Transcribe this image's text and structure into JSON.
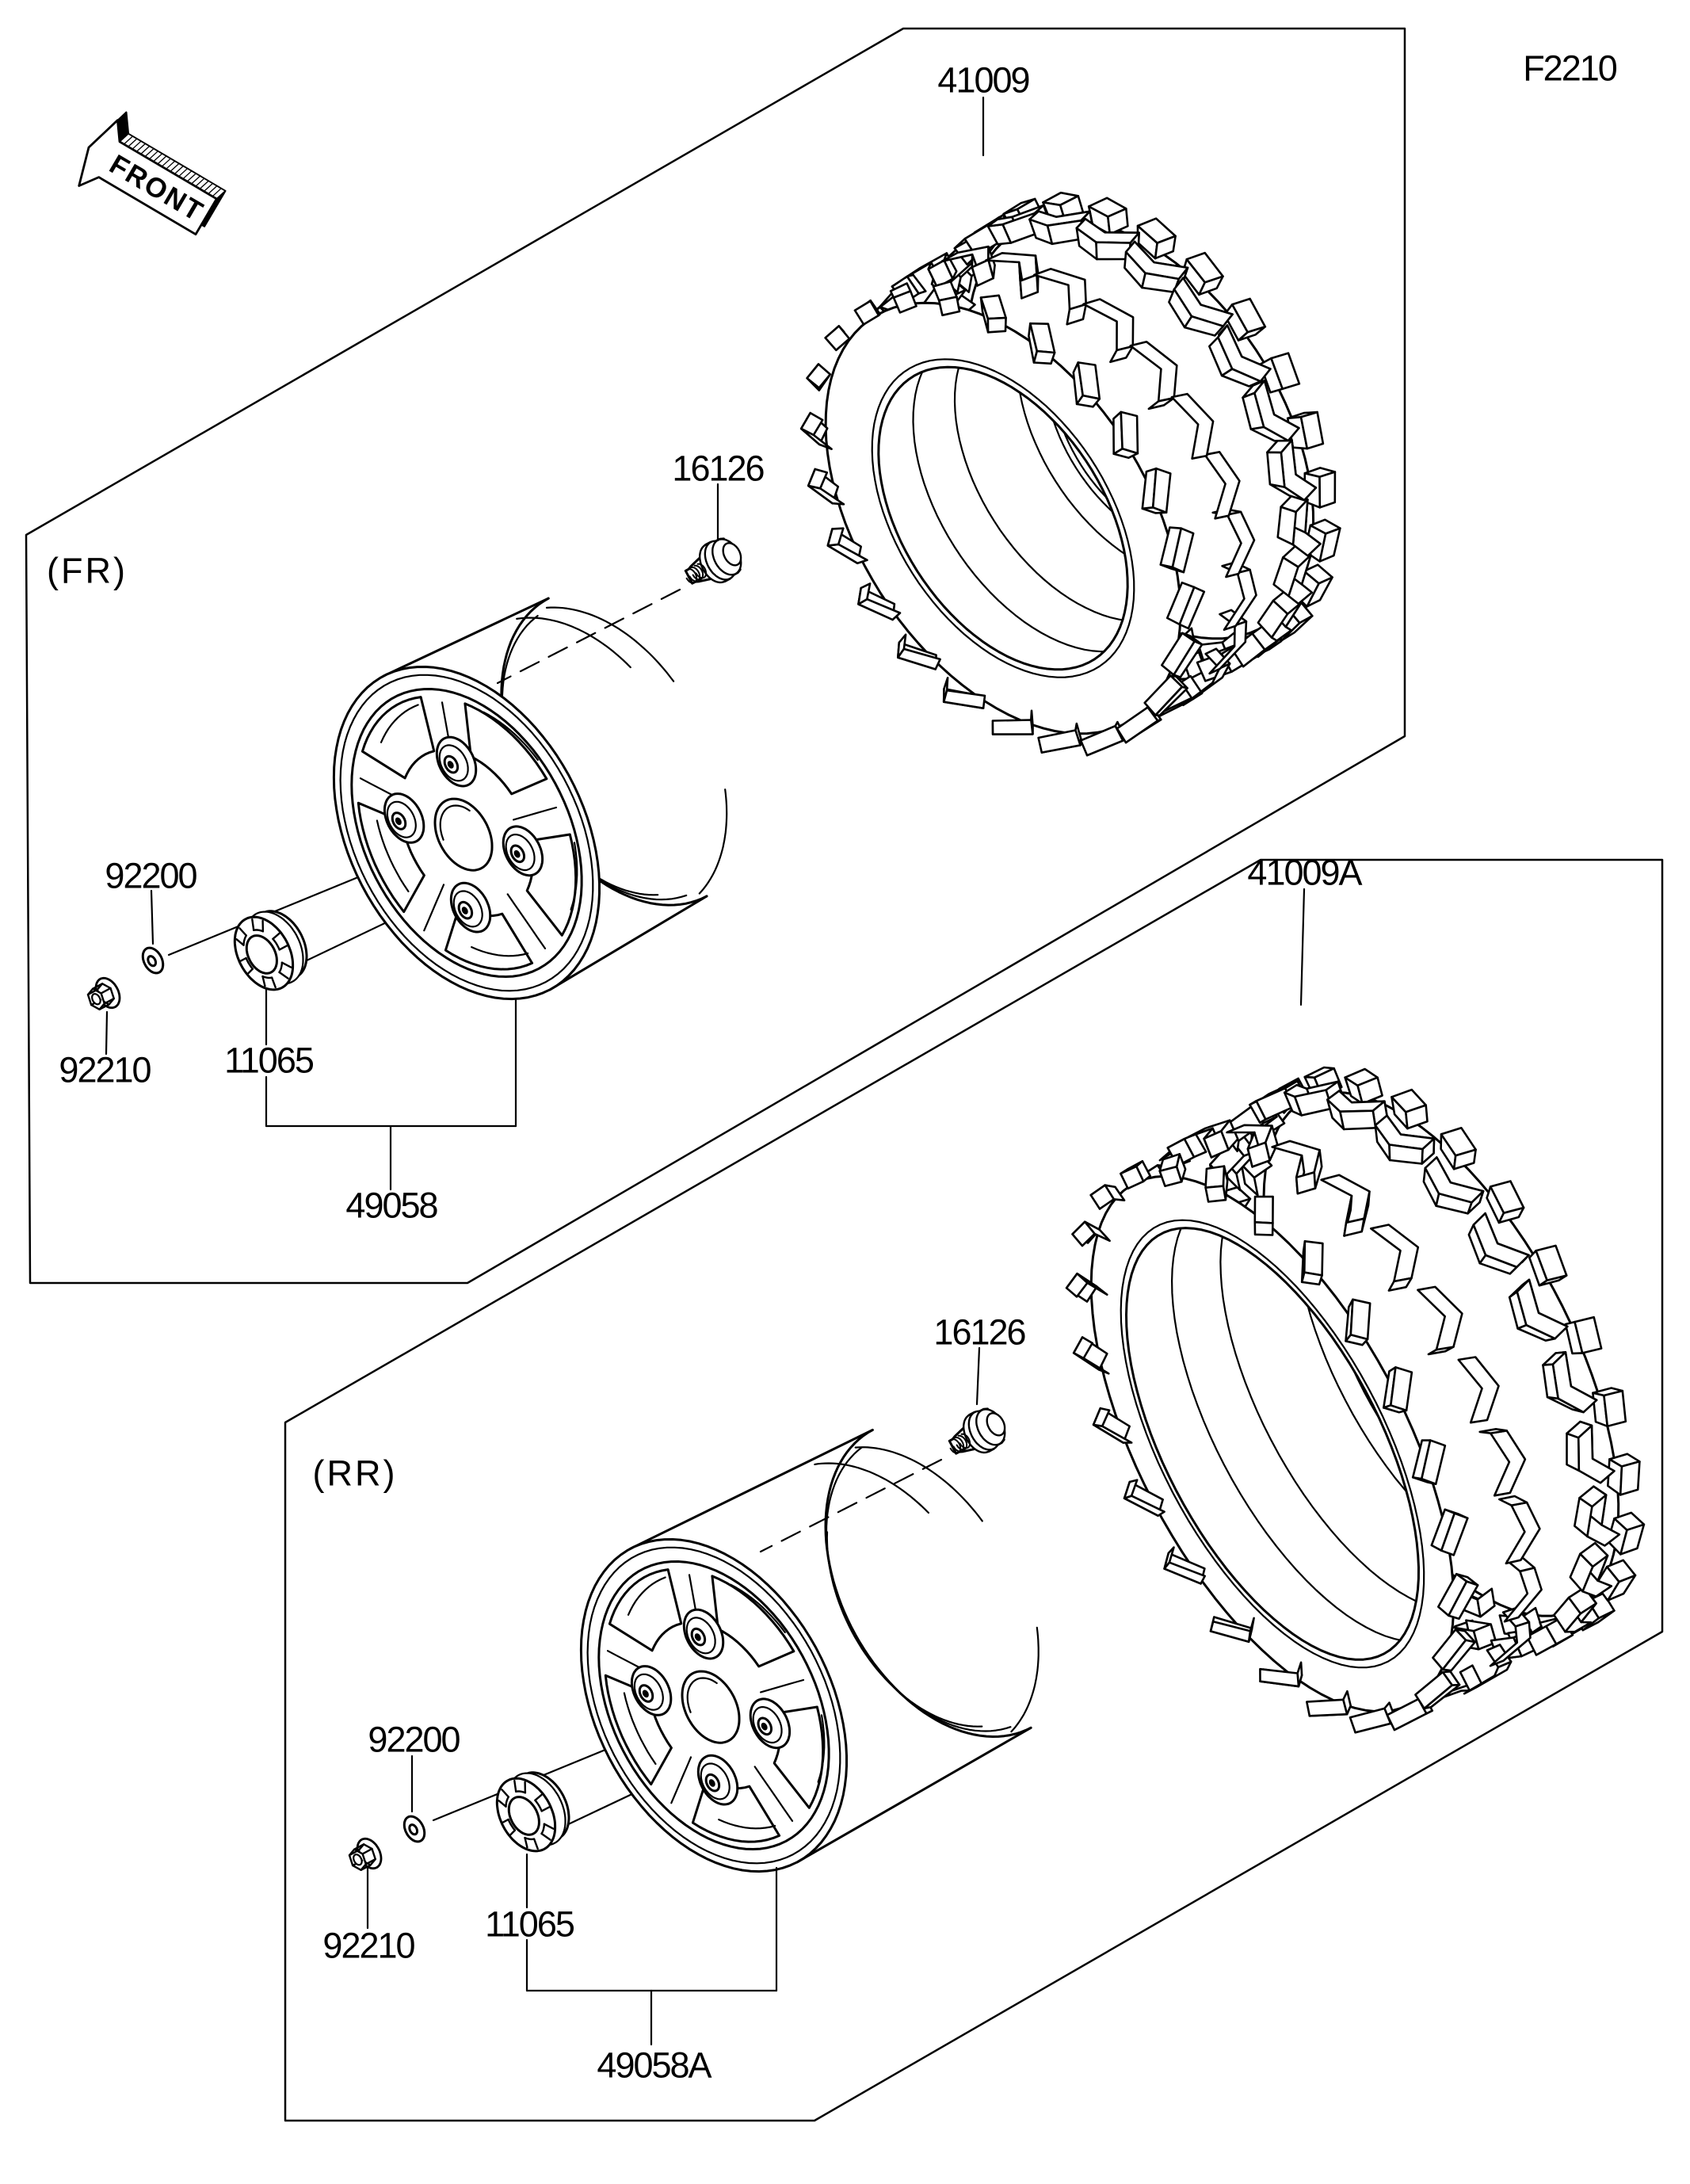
{
  "figure": {
    "code": "F2210",
    "front_marker": "FRONT"
  },
  "fr": {
    "section_label": "(FR)",
    "parts": {
      "tire": "41009",
      "valve": "16126",
      "washer": "92200",
      "nut": "92210",
      "cap": "11065",
      "wheel": "49058"
    }
  },
  "rr": {
    "section_label": "(RR)",
    "parts": {
      "tire": "41009A",
      "valve": "16126",
      "washer": "92200",
      "nut": "92210",
      "cap": "11065",
      "wheel": "49058A"
    }
  }
}
